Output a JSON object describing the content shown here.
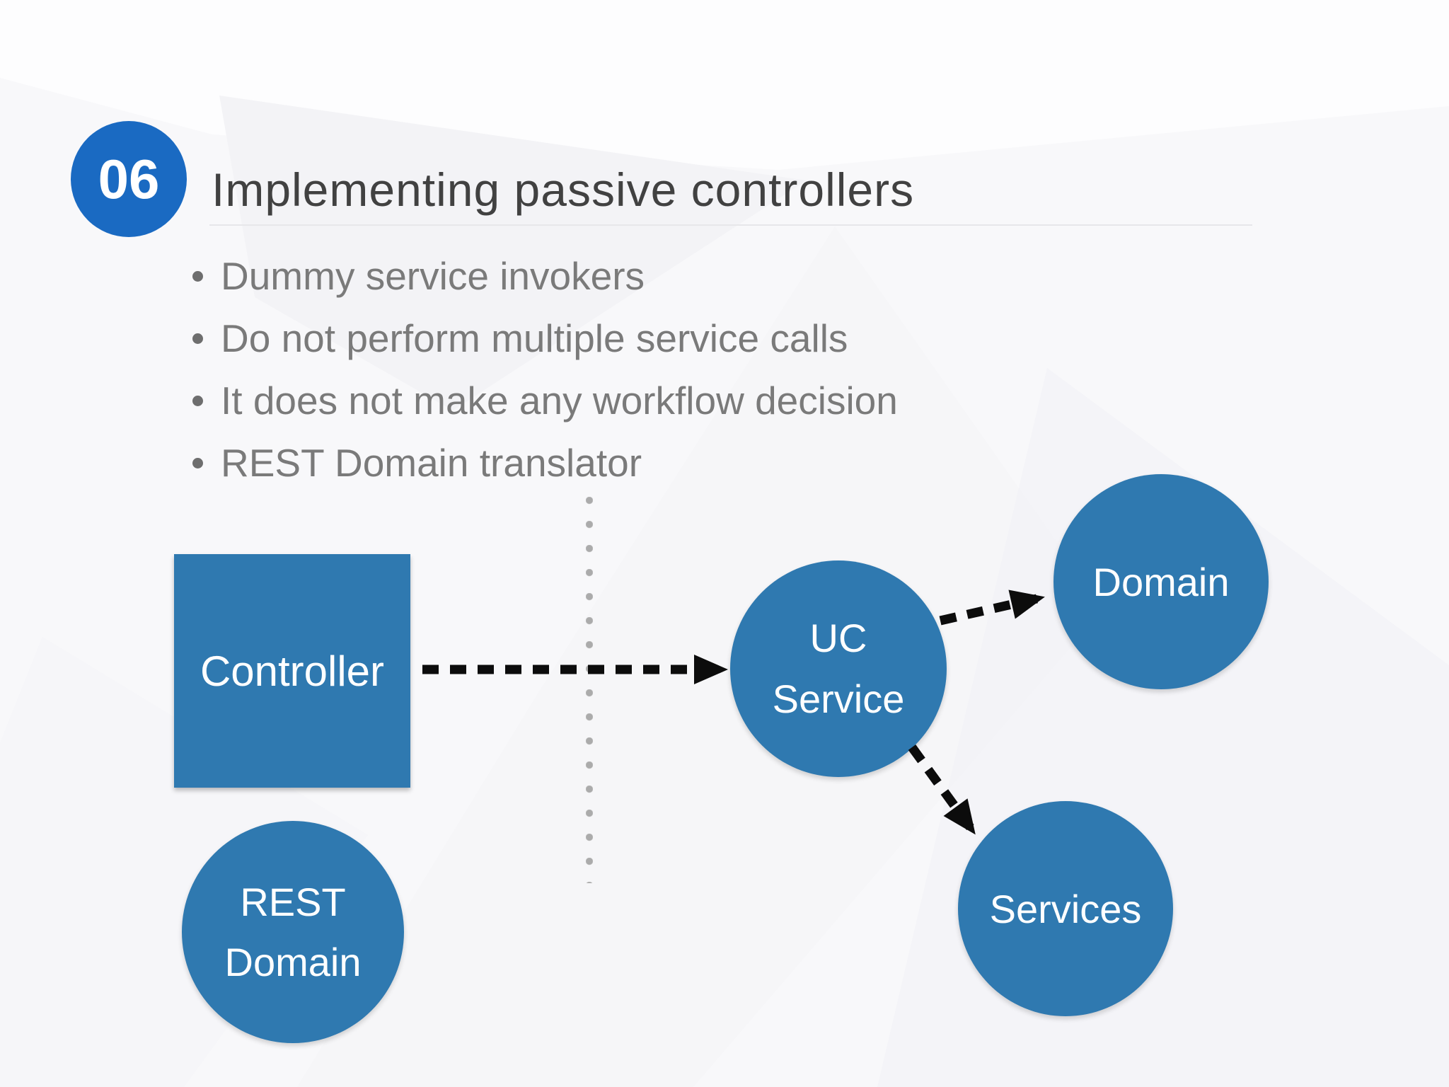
{
  "slide": {
    "badge_number": "06",
    "title": "Implementing passive controllers",
    "bullet_char": "•",
    "bullets": [
      "Dummy service invokers",
      "Do not perform multiple service calls",
      "It does not make any workflow decision",
      "REST Domain translator"
    ]
  },
  "diagram": {
    "nodes": [
      {
        "id": "controller",
        "shape": "rect",
        "lines": [
          "Controller"
        ]
      },
      {
        "id": "rest-domain",
        "shape": "circle",
        "lines": [
          "REST",
          "Domain"
        ]
      },
      {
        "id": "uc-service",
        "shape": "circle",
        "lines": [
          "UC",
          "Service"
        ]
      },
      {
        "id": "domain",
        "shape": "circle",
        "lines": [
          "Domain"
        ]
      },
      {
        "id": "services",
        "shape": "circle",
        "lines": [
          "Services"
        ]
      }
    ],
    "edges": [
      {
        "from": "controller",
        "to": "uc-service",
        "style": "dashed-arrow"
      },
      {
        "from": "uc-service",
        "to": "domain",
        "style": "dashed-arrow"
      },
      {
        "from": "uc-service",
        "to": "services",
        "style": "dashed-arrow"
      }
    ],
    "separator": {
      "style": "vertical-dotted-line"
    }
  },
  "colors": {
    "badge_blue": "#1a6ac2",
    "node_blue": "#2f79b0",
    "arrow_black": "#0c0c0c",
    "separator_dot_gray": "#ababab",
    "title_gray": "#414141",
    "bullet_gray": "#7a7a7a",
    "background": "#f8f8fa"
  }
}
